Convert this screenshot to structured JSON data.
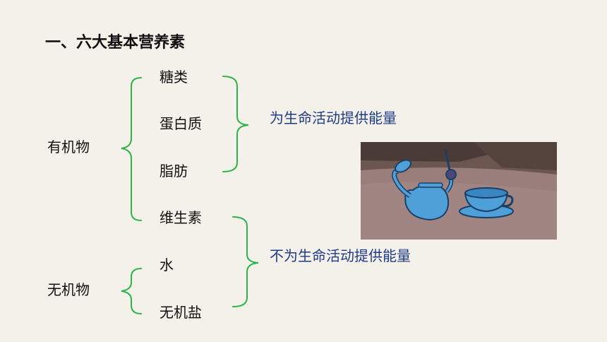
{
  "title": "一、六大基本营养素",
  "groups": {
    "organic": "有机物",
    "inorganic": "无机物"
  },
  "nutrients": [
    "糖类",
    "蛋白质",
    "脂肪",
    "维生素",
    "水",
    "无机盐"
  ],
  "notes": {
    "energy": "为生命活动提供能量",
    "no_energy": "不为生命活动提供能量"
  },
  "colors": {
    "background": "#f3f1ea",
    "brace": "#2db34a",
    "note": "#1f3a87",
    "text": "#111111"
  },
  "image": {
    "subject": "cartoon teapot and teacup"
  }
}
